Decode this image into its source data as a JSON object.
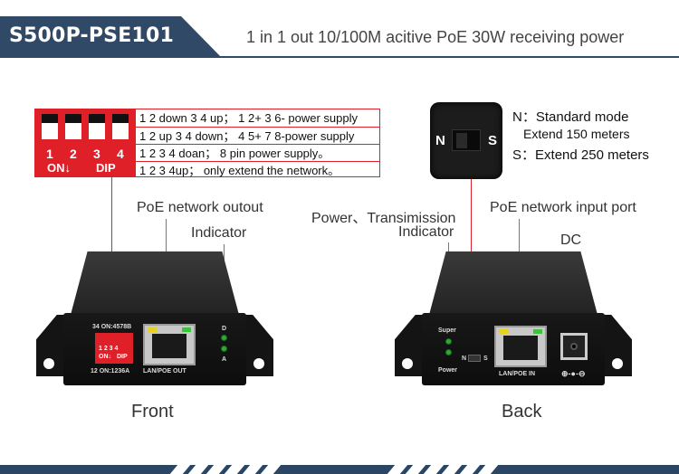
{
  "header": {
    "model": "S500P-PSE101",
    "subtitle": "1 in 1 out 10/100M acitive PoE  30W receiving power"
  },
  "dip": {
    "numbers": [
      "1",
      "2",
      "3",
      "4"
    ],
    "on_label": "ON↓",
    "dip_label": "DIP",
    "rows": [
      "1 2 down 3 4 up； 1 2+ 3 6- power supply",
      "1 2  up 3 4 down； 4 5+ 7 8-power supply",
      "1 2 3 4 doan； 8 pin power supply。",
      "1 2 3 4up； only extend the network。"
    ]
  },
  "switch": {
    "n_label": "N",
    "s_label": "S",
    "modes": {
      "n_key": "N：",
      "n_text": "Standard mode",
      "n_detail": "Extend  150 meters",
      "s_key": "S：",
      "s_text": "Extend 250 meters"
    }
  },
  "labels": {
    "front_poe_port": "PoE network outout",
    "front_indicator": "Indicator",
    "back_power_indicator_1": "Power、Transimission",
    "back_power_indicator_2": "Indicator",
    "back_poe_port": "PoE network input port",
    "back_dc": "DC",
    "front_caption": "Front",
    "back_caption": "Back"
  },
  "front_device": {
    "dip_top": "34 ON:4578B",
    "dip_bottom": "12  ON:1236A",
    "dip_nums": "1  2  3  4",
    "dip_on": "ON↓",
    "dip_dip": "DIP",
    "port_label": "LAN/POE OUT",
    "led_top": "D",
    "led_bottom": "A"
  },
  "back_device": {
    "led_top": "Super",
    "led_bottom": "Power",
    "sw_n": "N",
    "sw_s": "S",
    "port_label": "LAN/POE IN",
    "dc_symbol": "⊕-●-⊖"
  },
  "colors": {
    "header_bg": "#2f4966",
    "dip_red": "#e02028",
    "led_yellow": "#e8d21c",
    "led_green": "#3cc23c"
  },
  "icons": {
    "front_led_1": "green-led-icon",
    "front_led_2": "green-led-icon",
    "back_led_1": "green-led-icon",
    "back_led_2": "green-led-icon"
  }
}
